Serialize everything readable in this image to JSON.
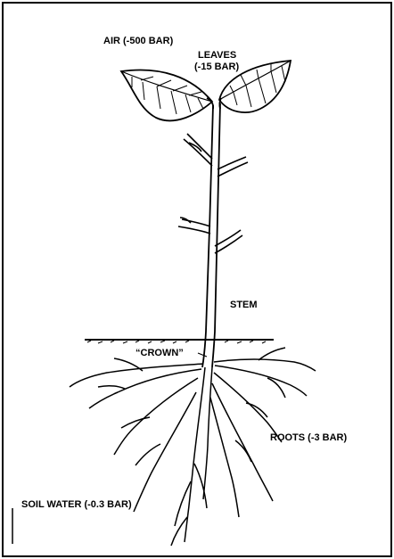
{
  "labels": {
    "air": "AIR (-500 BAR)",
    "leaves_line1": "LEAVES",
    "leaves_line2": "(-15 BAR)",
    "stem": "STEM",
    "crown": "“CROWN”",
    "roots": "ROOTS (-3 BAR)",
    "soil_water": "SOIL WATER (-0.3 BAR)"
  }
}
